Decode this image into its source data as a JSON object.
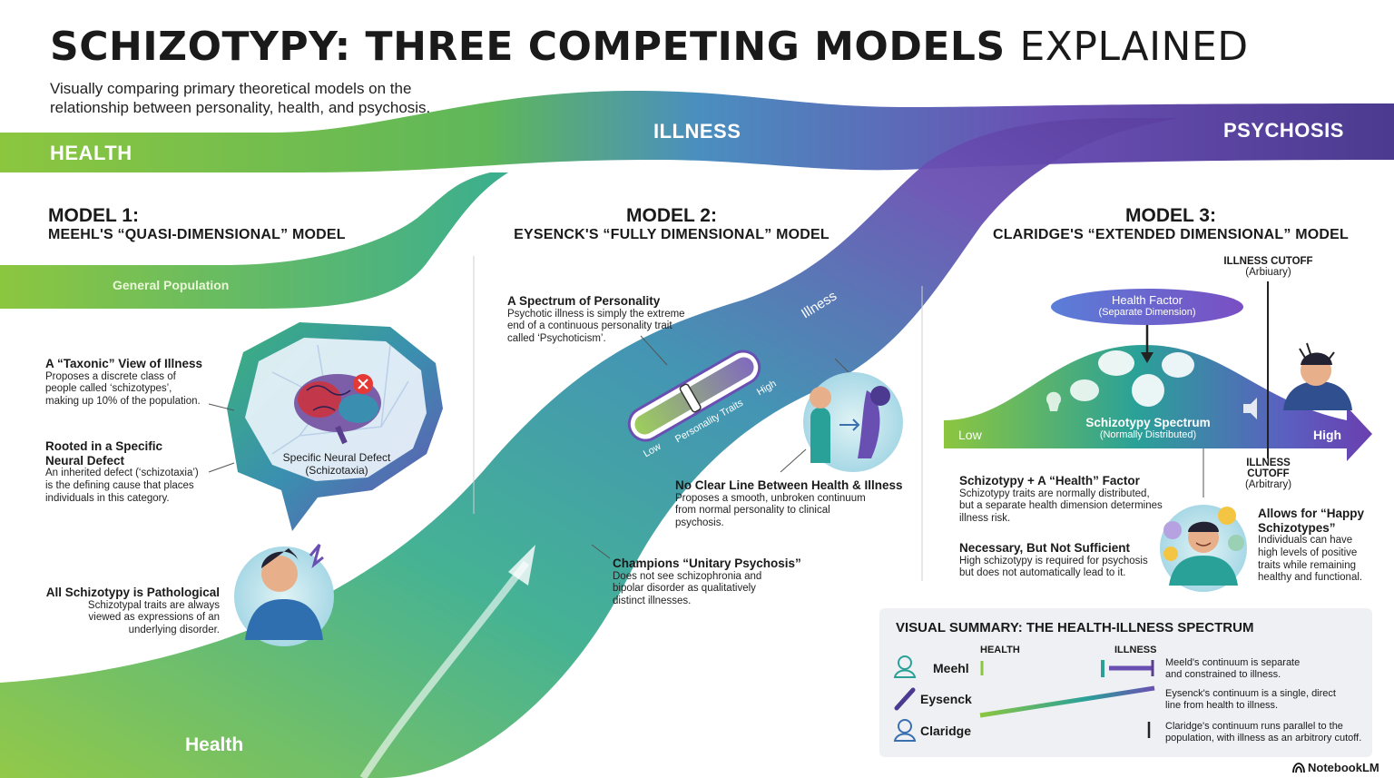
{
  "header": {
    "title_bold": "SCHIZOTYPY: THREE COMPETING MODELS",
    "title_light": "EXPLAINED",
    "subtitle_line1": "Visually comparing primary theoretical models on the",
    "subtitle_line2": "relationship between personality, health, and psychosis."
  },
  "bands": {
    "health": "HEALTH",
    "illness": "ILLNESS",
    "psychosis": "PSYCHOSIS",
    "general_population": "General Population",
    "illness_small": "Illness",
    "health_bottom": "Health"
  },
  "model1": {
    "number": "MODEL 1:",
    "name": "MEEHL'S “QUASI-DIMENSIONAL” MODEL",
    "b1_heading": "A “Taxonic” View of Illness",
    "b1_text": [
      "Proposes a discrete class of",
      "people called ‘schizotypes’,",
      "making up 10% of the population."
    ],
    "b2_heading": [
      "Rooted in a Specific",
      "Neural Defect"
    ],
    "b2_text": [
      "An inherited defect (‘schizotaxia’)",
      "is the defining cause that places",
      "individuals in this category."
    ],
    "b3_heading": "All Schizotypy is Pathological",
    "b3_text": [
      "Schizotypal traits are always",
      "viewed as expressions of an",
      "underlying disorder."
    ],
    "crystal_label": "Specific Neural Defect",
    "crystal_sub": "(Schizotaxia)"
  },
  "model2": {
    "number": "MODEL 2:",
    "name": "EYSENCK'S “FULLY DIMENSIONAL” MODEL",
    "b1_heading": "A Spectrum of Personality",
    "b1_text": [
      "Psychotic illness is simply the extreme",
      "end of a continuous personality trait",
      "called ‘Psychoticism’."
    ],
    "b2_heading": "No Clear Line Between Health & Illness",
    "b2_text": [
      "Proposes a smooth, unbroken continuum",
      "from normal personality to clinical",
      "psychosis."
    ],
    "b3_heading": "Champions “Unitary Psychosis”",
    "b3_text": [
      "Does not see schizophronia and",
      "bipolar disorder as qualitatively",
      "distinct illnesses."
    ],
    "thermo_low": "Low",
    "thermo_mid": "Personality Traits",
    "thermo_high": "High"
  },
  "model3": {
    "number": "MODEL 3:",
    "name": "CLARIDGE'S “EXTENDED DIMENSIONAL” MODEL",
    "cutoff_top": "ILLNESS CUTOFF",
    "cutoff_top_sub": "(Arbiuary)",
    "health_factor": "Health Factor",
    "health_factor_sub": "(Separate Dimension)",
    "spectrum": "Schizotypy Spectrum",
    "spectrum_sub": "(Normally Distributed)",
    "low": "Low",
    "high": "High",
    "cutoff_bottom": [
      "ILLNESS",
      "CUTOFF"
    ],
    "cutoff_bottom_sub": "(Arbitrary)",
    "b1_heading": "Schizotypy + A “Health” Factor",
    "b1_text": [
      "Schizotypy traits are normally distributed,",
      "but a separate health dimension determines",
      "illness risk."
    ],
    "b2_heading": "Necessary, But Not Sufficient",
    "b2_text": [
      "High schizotypy is required for psychosis",
      "but does not automatically lead to it."
    ],
    "b3_heading": [
      "Allows for “Happy",
      "Schizotypes”"
    ],
    "b3_text": [
      "Individuals can have",
      "high levels of positive",
      "traits while remaining",
      "healthy and functional."
    ]
  },
  "summary": {
    "title": "VISUAL SUMMARY: THE HEALTH-ILLNESS SPECTRUM",
    "col_health": "HEALTH",
    "col_illness": "ILLNESS",
    "rows": [
      {
        "label": "Meehl",
        "desc": [
          "Meeld's continuum is separate",
          "and constrained to illness."
        ]
      },
      {
        "label": "Eysenck",
        "desc": [
          "Eysenck's continuum is a single, direct",
          "line from health to illness."
        ]
      },
      {
        "label": "Claridge",
        "desc": [
          "Claridge's continuum runs parallel to the",
          "population, with illness as an arbitrory cutoff."
        ]
      }
    ]
  },
  "footer": {
    "brand": "NotebookLM"
  },
  "colors": {
    "green": "#8cc63f",
    "teal": "#2aa198",
    "purple": "#5b3fa0",
    "accent_red": "#e53935"
  }
}
